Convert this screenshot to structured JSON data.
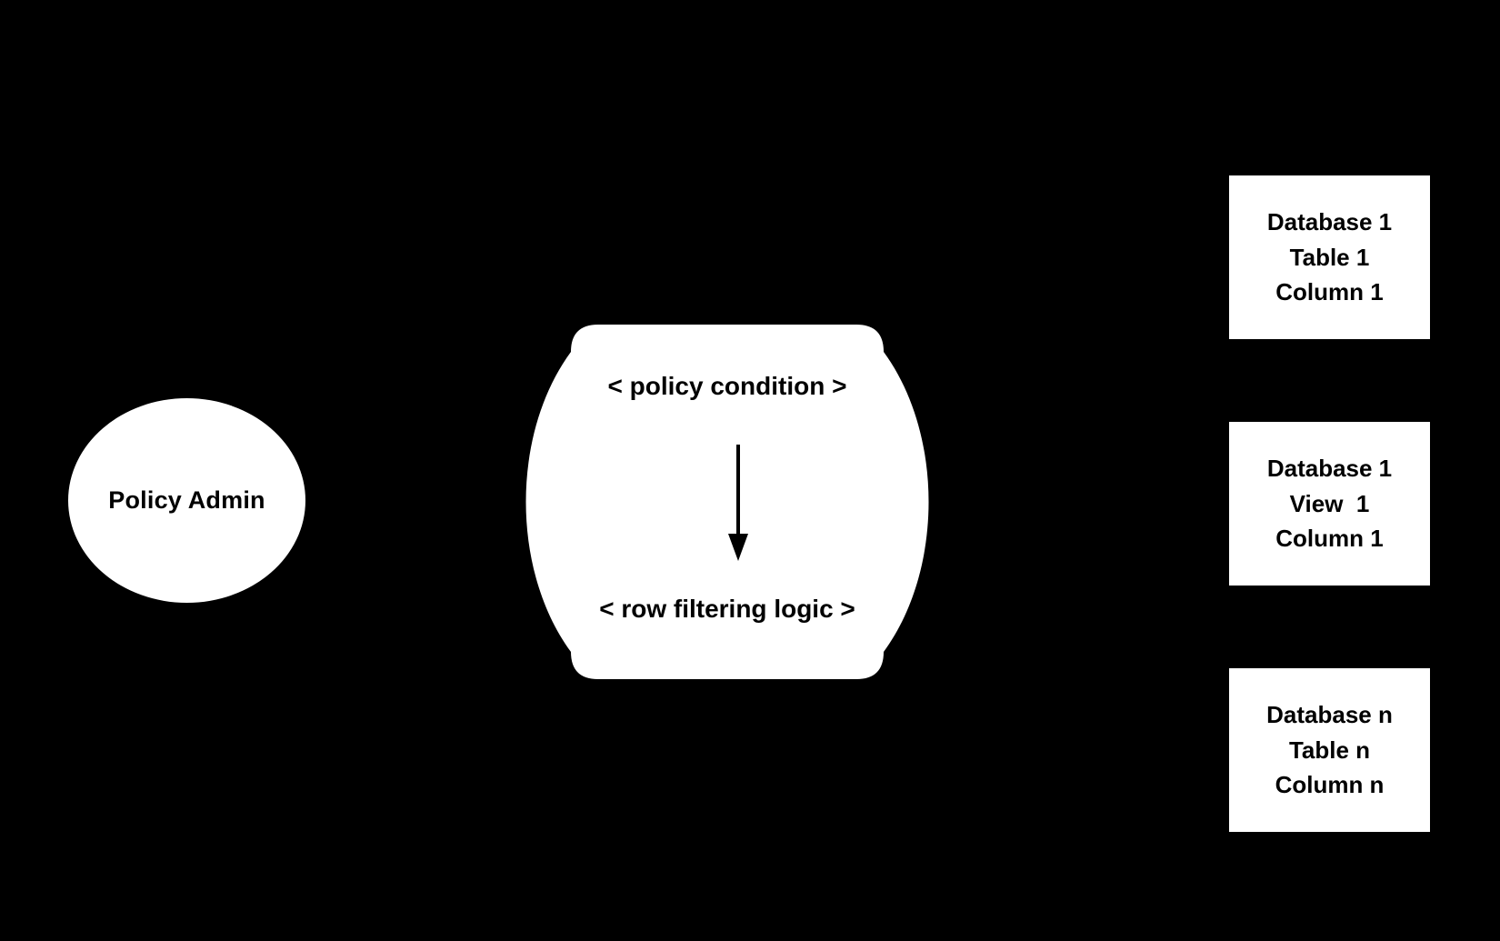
{
  "diagram": {
    "background_color": "#000000",
    "shape_fill_color": "#ffffff",
    "text_color": "#000000",
    "actor": {
      "name": "policy-admin",
      "label": "Policy Admin",
      "shape": "circle"
    },
    "policy_node": {
      "name": "policy-cylinder",
      "shape": "cylinder",
      "top_label": "< policy condition >",
      "bottom_label": "< row filtering logic >",
      "arrow": {
        "name": "down-arrow",
        "direction": "down"
      }
    },
    "resources": [
      {
        "name": "database-1-table-1-column-1",
        "lines": [
          "Database 1",
          "Table 1",
          "Column 1"
        ]
      },
      {
        "name": "database-1-view-1-column-1",
        "lines": [
          "Database 1",
          "View  1",
          "Column 1"
        ]
      },
      {
        "name": "database-n-table-n-column-n",
        "lines": [
          "Database n",
          "Table n",
          "Column n"
        ]
      }
    ]
  }
}
